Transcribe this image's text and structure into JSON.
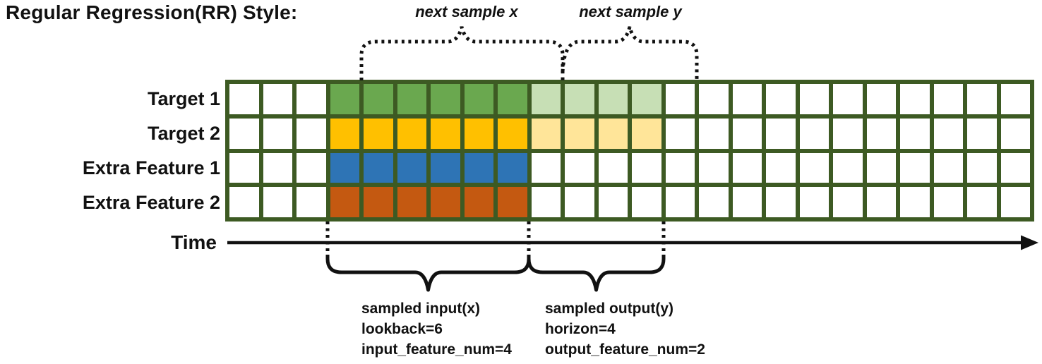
{
  "title": "Regular Regression(RR) Style:",
  "annotations": {
    "next_sample_x": "next sample x",
    "next_sample_y": "next sample y",
    "time_label": "Time",
    "input_block": {
      "line1": "sampled input(x)",
      "line2": "lookback=6",
      "line3": "input_feature_num=4"
    },
    "output_block": {
      "line1": "sampled output(y)",
      "line2": "horizon=4",
      "line3": "output_feature_num=2"
    }
  },
  "palette": {
    "w": "#FFFFFF",
    "g": "#6AA84F",
    "gl": "#C7DFB5",
    "y": "#FFC000",
    "yl": "#FFE599",
    "b": "#2E74B5",
    "o": "#C45911",
    "frame": "#3D5A23",
    "ink": "#111111"
  },
  "grid": {
    "columns": 24,
    "rows": [
      {
        "label": "Target 1",
        "fills": [
          "w",
          "w",
          "w",
          "g",
          "g",
          "g",
          "g",
          "g",
          "g",
          "gl",
          "gl",
          "gl",
          "gl",
          "w",
          "w",
          "w",
          "w",
          "w",
          "w",
          "w",
          "w",
          "w",
          "w",
          "w"
        ]
      },
      {
        "label": "Target 2",
        "fills": [
          "w",
          "w",
          "w",
          "y",
          "y",
          "y",
          "y",
          "y",
          "y",
          "yl",
          "yl",
          "yl",
          "yl",
          "w",
          "w",
          "w",
          "w",
          "w",
          "w",
          "w",
          "w",
          "w",
          "w",
          "w"
        ]
      },
      {
        "label": "Extra Feature 1",
        "fills": [
          "w",
          "w",
          "w",
          "b",
          "b",
          "b",
          "b",
          "b",
          "b",
          "w",
          "w",
          "w",
          "w",
          "w",
          "w",
          "w",
          "w",
          "w",
          "w",
          "w",
          "w",
          "w",
          "w",
          "w"
        ]
      },
      {
        "label": "Extra Feature 2",
        "fills": [
          "w",
          "w",
          "w",
          "o",
          "o",
          "o",
          "o",
          "o",
          "o",
          "w",
          "w",
          "w",
          "w",
          "w",
          "w",
          "w",
          "w",
          "w",
          "w",
          "w",
          "w",
          "w",
          "w",
          "w"
        ]
      }
    ]
  }
}
